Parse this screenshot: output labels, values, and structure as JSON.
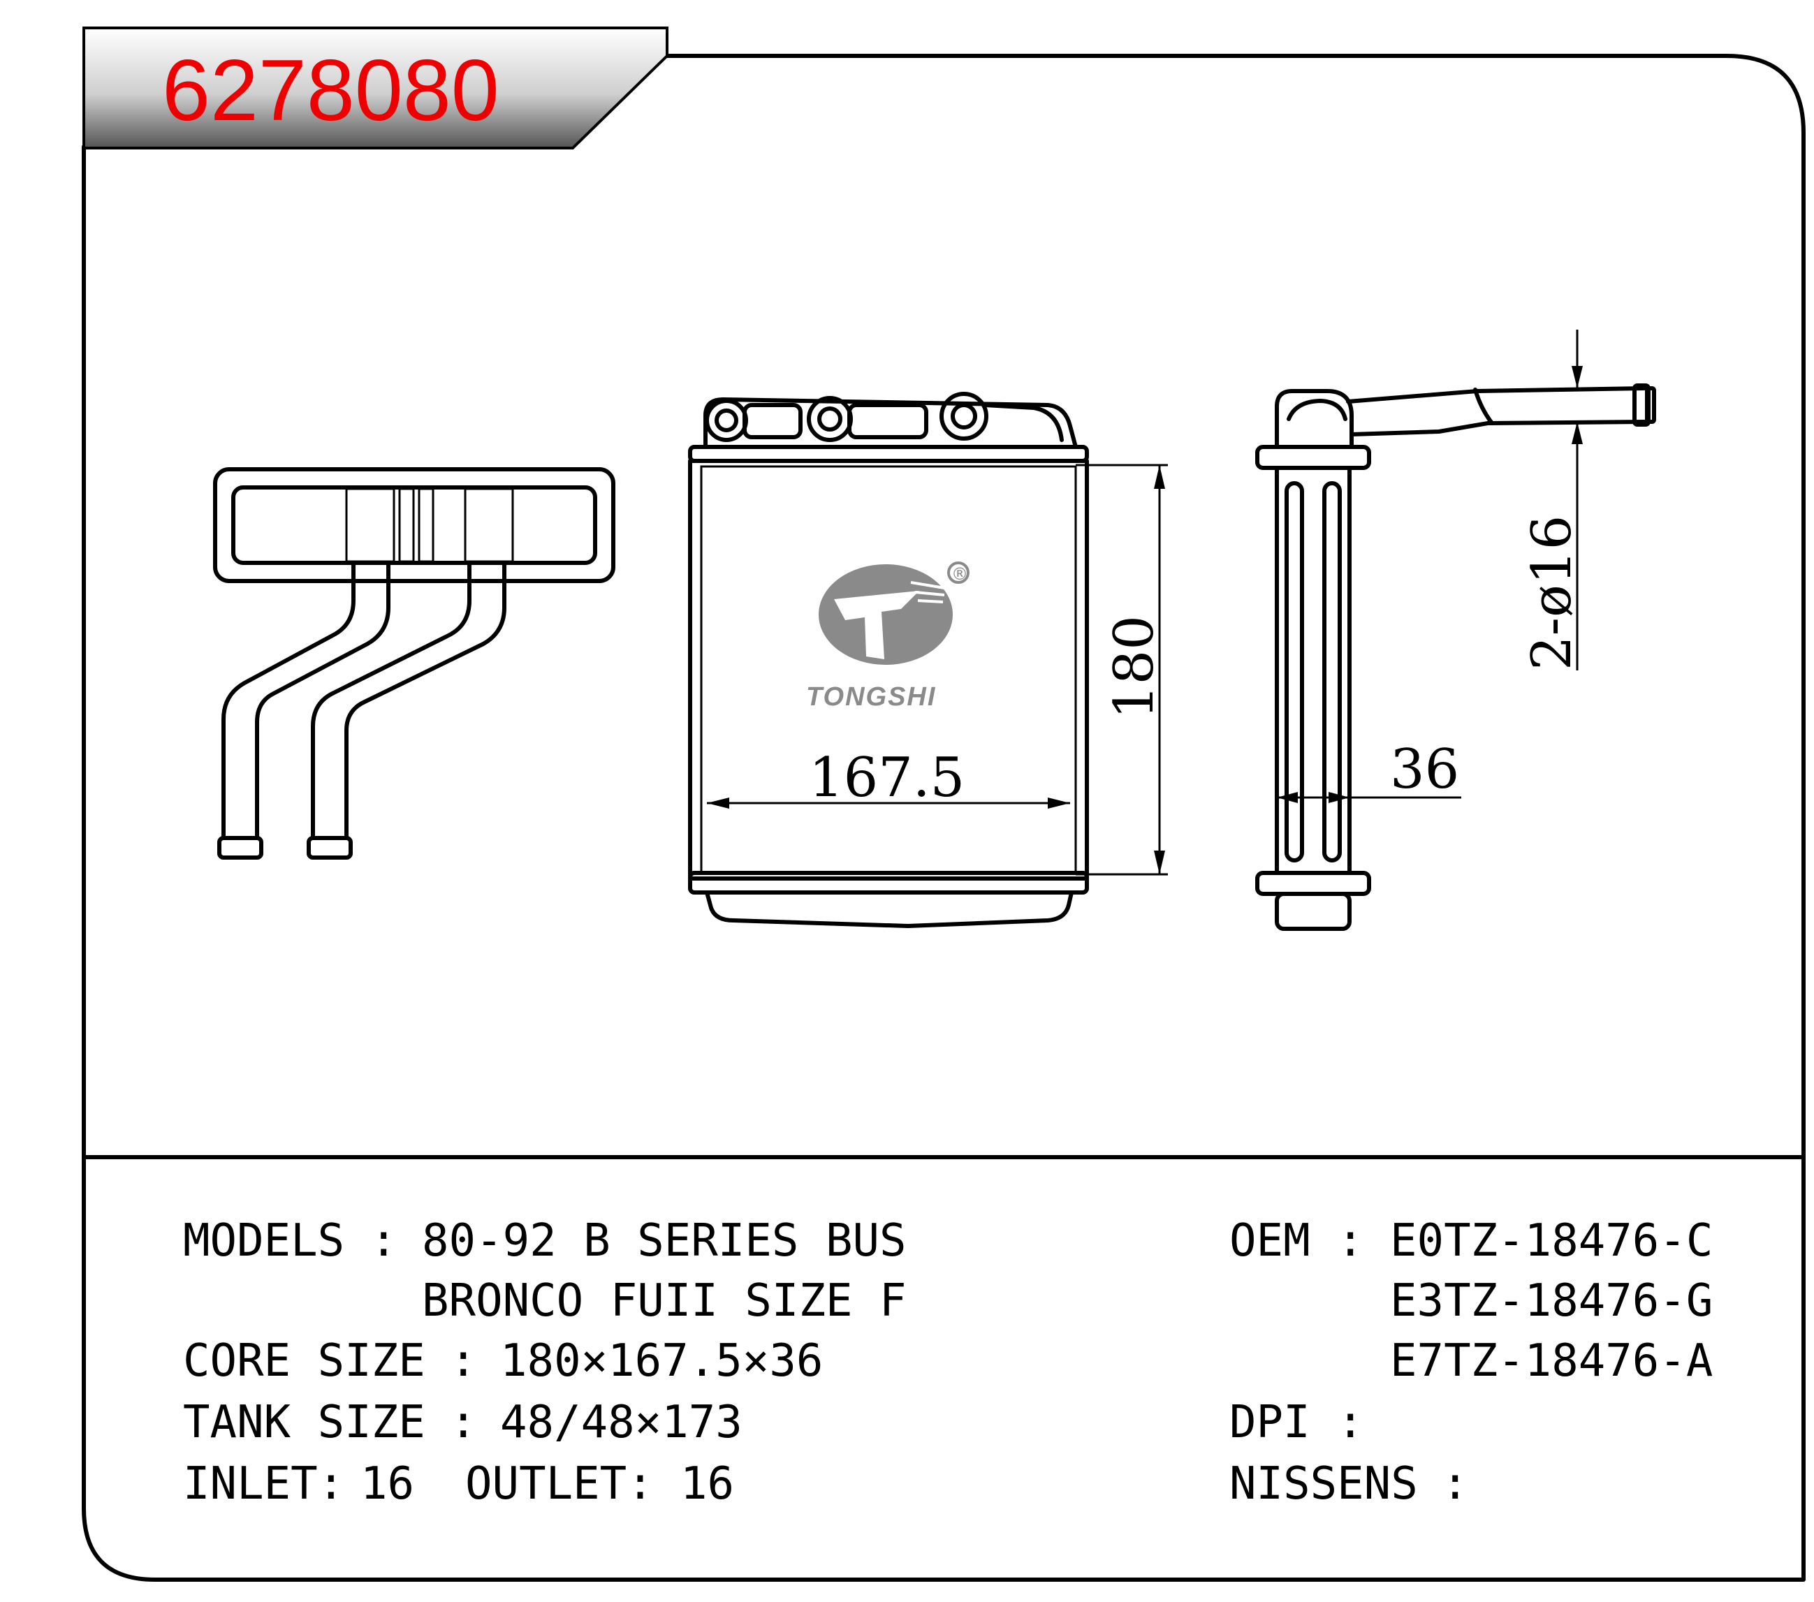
{
  "part_number": "6278080",
  "brand": "TONGSHI",
  "registered_mark": "®",
  "dimensions": {
    "width": "167.5",
    "height": "180",
    "depth": "36",
    "pipes": "2-ø16"
  },
  "specs": {
    "models_label": "MODELS",
    "models_line1": "80-92 B SERIES BUS",
    "models_line2": "BRONCO FUII SIZE F",
    "core_size_label": "CORE SIZE",
    "core_size": "180×167.5×36",
    "tank_size_label": "TANK SIZE",
    "tank_size": "48/48×173",
    "inlet_label": "INLET:",
    "inlet": "16",
    "outlet_label": "OUTLET:",
    "outlet": "16",
    "oem_label": "OEM",
    "oem": [
      "E0TZ-18476-C",
      "E3TZ-18476-G",
      "E7TZ-18476-A"
    ],
    "dpi_label": "DPI",
    "dpi": "",
    "nissens_label": "NISSENS",
    "nissens": "",
    "separator": ":"
  },
  "colors": {
    "part_number": "#ee0000",
    "tab_fill_top": "#555555",
    "tab_fill_bottom": "#ffffff",
    "logo": "#8a8a8a"
  }
}
